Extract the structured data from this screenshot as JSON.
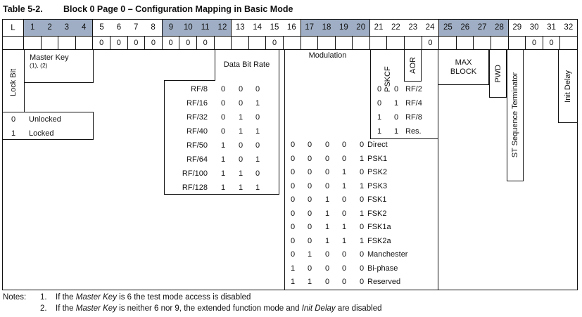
{
  "title": {
    "label": "Table 5-2.",
    "text": "Block 0 Page 0 – Configuration Mapping in Basic Mode"
  },
  "header": {
    "lock_col": "L",
    "groups": [
      {
        "bits": [
          "1",
          "2",
          "3",
          "4"
        ],
        "shaded": true
      },
      {
        "bits": [
          "5",
          "6",
          "7",
          "8"
        ],
        "shaded": false
      },
      {
        "bits": [
          "9",
          "10",
          "11",
          "12"
        ],
        "shaded": true
      },
      {
        "bits": [
          "13",
          "14",
          "15",
          "16"
        ],
        "shaded": false
      },
      {
        "bits": [
          "17",
          "18",
          "19",
          "20"
        ],
        "shaded": true
      },
      {
        "bits": [
          "21",
          "22",
          "23",
          "24"
        ],
        "shaded": false
      },
      {
        "bits": [
          "25",
          "26",
          "27",
          "28"
        ],
        "shaded": true
      },
      {
        "bits": [
          "29",
          "30",
          "31",
          "32"
        ],
        "shaded": false
      }
    ],
    "shaded_color": "#9FAEC4"
  },
  "value_row": [
    "",
    "",
    "",
    "",
    "",
    "0",
    "0",
    "0",
    "0",
    "0",
    "0",
    "0",
    "",
    "",
    "",
    "0",
    "",
    "",
    "",
    "",
    "",
    "",
    "",
    "",
    "0",
    "",
    "",
    "",
    "",
    "",
    "0",
    "0",
    ""
  ],
  "lock": {
    "label": "Lock Bit",
    "rows": [
      {
        "bit": "0",
        "label": "Unlocked"
      },
      {
        "bit": "1",
        "label": "Locked"
      }
    ]
  },
  "master_key": {
    "label": "Master Key",
    "superscript": "(1), (2)"
  },
  "data_bit_rate": {
    "label": "Data Bit Rate",
    "rows": [
      {
        "label": "RF/8",
        "bits": [
          "0",
          "0",
          "0"
        ]
      },
      {
        "label": "RF/16",
        "bits": [
          "0",
          "0",
          "1"
        ]
      },
      {
        "label": "RF/32",
        "bits": [
          "0",
          "1",
          "0"
        ]
      },
      {
        "label": "RF/40",
        "bits": [
          "0",
          "1",
          "1"
        ]
      },
      {
        "label": "RF/50",
        "bits": [
          "1",
          "0",
          "0"
        ]
      },
      {
        "label": "RF/64",
        "bits": [
          "1",
          "0",
          "1"
        ]
      },
      {
        "label": "RF/100",
        "bits": [
          "1",
          "1",
          "0"
        ]
      },
      {
        "label": "RF/128",
        "bits": [
          "1",
          "1",
          "1"
        ]
      }
    ]
  },
  "modulation": {
    "label": "Modulation",
    "rows": [
      {
        "bits": [
          "0",
          "0",
          "0",
          "0",
          "0"
        ],
        "label": "Direct"
      },
      {
        "bits": [
          "0",
          "0",
          "0",
          "0",
          "1"
        ],
        "label": "PSK1"
      },
      {
        "bits": [
          "0",
          "0",
          "0",
          "1",
          "0"
        ],
        "label": "PSK2"
      },
      {
        "bits": [
          "0",
          "0",
          "0",
          "1",
          "1"
        ],
        "label": "PSK3"
      },
      {
        "bits": [
          "0",
          "0",
          "1",
          "0",
          "0"
        ],
        "label": "FSK1"
      },
      {
        "bits": [
          "0",
          "0",
          "1",
          "0",
          "1"
        ],
        "label": "FSK2"
      },
      {
        "bits": [
          "0",
          "0",
          "1",
          "1",
          "0"
        ],
        "label": "FSK1a"
      },
      {
        "bits": [
          "0",
          "0",
          "1",
          "1",
          "1"
        ],
        "label": "FSK2a"
      },
      {
        "bits": [
          "0",
          "1",
          "0",
          "0",
          "0"
        ],
        "label": "Manchester"
      },
      {
        "bits": [
          "1",
          "0",
          "0",
          "0",
          "0"
        ],
        "label": "Bi-phase"
      },
      {
        "bits": [
          "1",
          "1",
          "0",
          "0",
          "0"
        ],
        "label": "Reserved"
      }
    ]
  },
  "pskcf": {
    "label": "PSKCF",
    "aor_label": "AOR",
    "rows": [
      {
        "bits": [
          "0",
          "0"
        ],
        "label": "RF/2"
      },
      {
        "bits": [
          "0",
          "1"
        ],
        "label": "RF/4"
      },
      {
        "bits": [
          "1",
          "0"
        ],
        "label": "RF/8"
      },
      {
        "bits": [
          "1",
          "1"
        ],
        "label": "Res."
      }
    ]
  },
  "max_block": {
    "label": "MAX BLOCK"
  },
  "pwd": {
    "label": "PWD"
  },
  "st": {
    "label": "ST Sequence Terminator"
  },
  "init_delay": {
    "label": "Init Delay"
  },
  "notes": {
    "label": "Notes:",
    "items": [
      {
        "num": "1.",
        "parts": [
          {
            "text": "If the "
          },
          {
            "text": "Master Key",
            "italic": true
          },
          {
            "text": " is 6 the test mode access is disabled"
          }
        ]
      },
      {
        "num": "2.",
        "parts": [
          {
            "text": "If the "
          },
          {
            "text": "Master Key",
            "italic": true
          },
          {
            "text": " is neither 6 nor 9, the extended function mode and "
          },
          {
            "text": "Init Delay",
            "italic": true
          },
          {
            "text": " are disabled"
          }
        ]
      }
    ]
  }
}
